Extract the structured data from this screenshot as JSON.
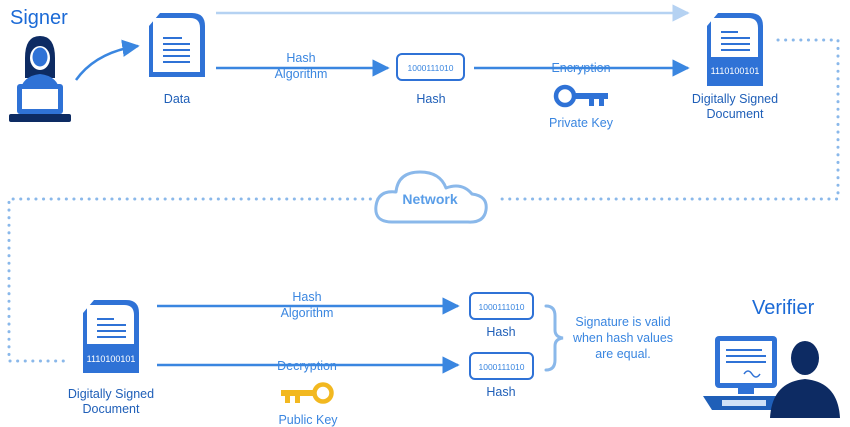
{
  "roles": {
    "signer": "Signer",
    "verifier": "Verifier"
  },
  "signer_flow": {
    "data_label": "Data",
    "hash_algorithm_line1": "Hash",
    "hash_algorithm_line2": "Algorithm",
    "hash_value": "1000111010",
    "hash_label": "Hash",
    "encryption_label": "Encryption",
    "private_key_label": "Private Key",
    "signed_doc_value": "1110100101",
    "signed_doc_line1": "Digitally Signed",
    "signed_doc_line2": "Document"
  },
  "network_label": "Network",
  "verifier_flow": {
    "signed_doc_value": "1110100101",
    "signed_doc_line1": "Digitally Signed",
    "signed_doc_line2": "Document",
    "hash_algorithm_line1": "Hash",
    "hash_algorithm_line2": "Algorithm",
    "decryption_label": "Decryption",
    "public_key_label": "Public Key",
    "hash1_value": "1000111010",
    "hash1_label": "Hash",
    "hash2_value": "1000111010",
    "hash2_label": "Hash",
    "note_line1": "Signature is valid",
    "note_line2": "when hash values",
    "note_line3": "are equal."
  },
  "colors": {
    "primary": "#2f72d6",
    "light": "#8ab8ea",
    "accent_key": "#f2b820"
  },
  "icons": [
    "person-icon",
    "document-icon",
    "key-icon",
    "cloud-icon",
    "computer-icon"
  ]
}
